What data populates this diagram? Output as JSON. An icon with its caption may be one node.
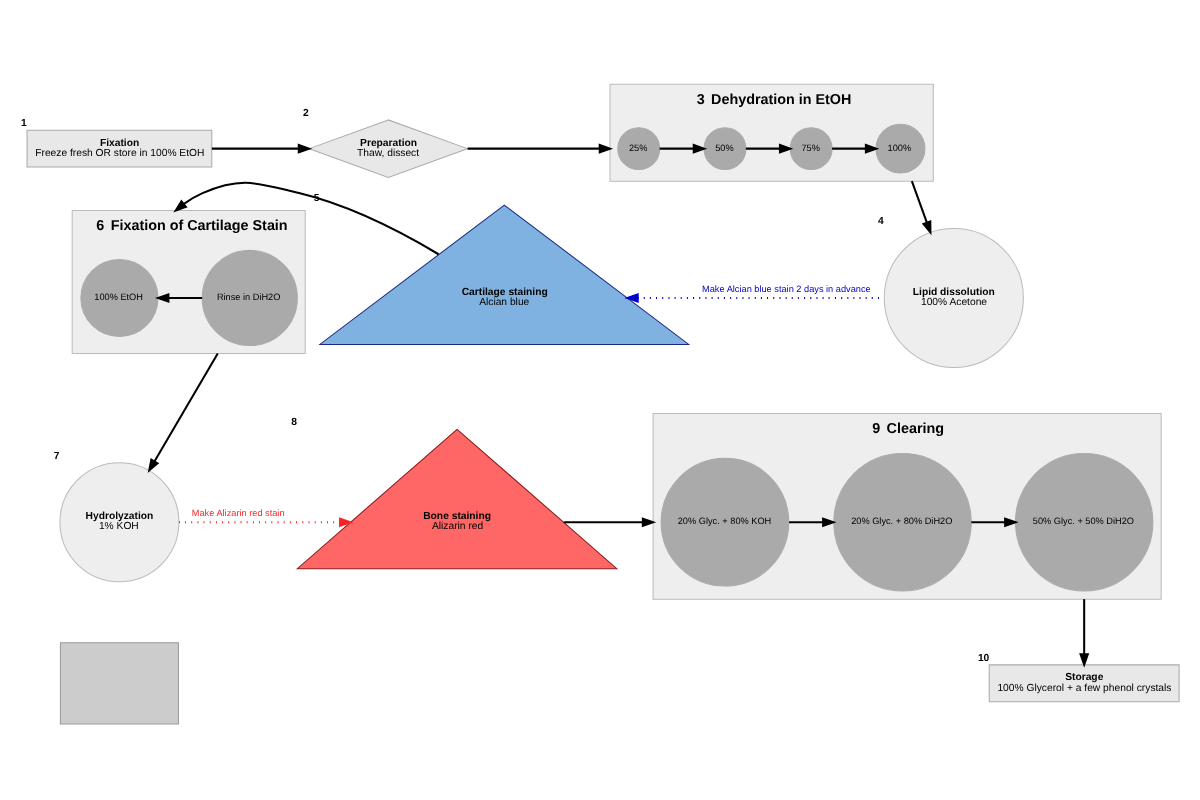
{
  "diagram": {
    "nodes": [
      {
        "text": [
          "Fixation",
          "Freeze fresh OR store in 100% EtOH"
        ],
        "beside": [
          "1"
        ]
      },
      {
        "text": [
          "Preparation",
          "Thaw, dissect"
        ],
        "beside": [
          "2"
        ]
      },
      {
        "text": [
          "Dehydration in EtOH"
        ],
        "beside": [
          "3"
        ]
      },
      {
        "text": [
          "25%"
        ],
        "in": 2
      },
      {
        "text": [
          "50%"
        ],
        "in": 2
      },
      {
        "text": [
          "75%"
        ],
        "in": 2
      },
      {
        "text": [
          "100%"
        ],
        "in": 2
      },
      {
        "text": [
          "Lipid dissolution",
          "100% Acetone"
        ],
        "beside": [
          "4"
        ]
      },
      {
        "text": [
          "Cartilage staining",
          "Alcian blue"
        ],
        "beside": [
          "5"
        ]
      },
      {
        "text": [
          "Fixation of Cartilage Stain"
        ],
        "beside": [
          "6"
        ]
      },
      {
        "text": [
          "100% EtOH"
        ],
        "in": 9
      },
      {
        "text": [
          "Rinse in DiH2O"
        ],
        "in": 9
      },
      {
        "text": [
          "Hydrolyzation",
          "1% KOH"
        ],
        "beside": [
          "7"
        ]
      },
      {
        "text": [
          "Bone staining",
          "Alizarin red"
        ],
        "beside": [
          "8"
        ]
      },
      {
        "text": [
          "Clearing"
        ],
        "beside": [
          "9"
        ]
      },
      {
        "text": [
          "20% Glyc. + 80% KOH"
        ],
        "in": 14
      },
      {
        "text": [
          "20% Glyc. + 80% DiH2O"
        ],
        "in": 14
      },
      {
        "text": [
          "50% Glyc. + 50% DiH2O"
        ],
        "in": 14
      },
      {
        "text": [
          "Storage",
          "100% Glycerol + a few phenol crystals"
        ],
        "beside": [
          "10"
        ]
      },
      {
        "text": [],
        "shape": "box"
      }
    ],
    "edges": [
      {
        "from": 0,
        "to": 1,
        "arrow": "to"
      },
      {
        "from": 1,
        "to": 2,
        "arrow": "to"
      },
      {
        "from": 3,
        "to": 4,
        "arrow": "to"
      },
      {
        "from": 4,
        "to": 5,
        "arrow": "to"
      },
      {
        "from": 5,
        "to": 6,
        "arrow": "to"
      },
      {
        "from": 2,
        "to": 7,
        "arrow": "to"
      },
      {
        "from": 7,
        "to": 8,
        "arrow": "to",
        "label": "Make Alcian blue stain 2 days in advance",
        "style": "dashed",
        "color": "#0000cc"
      },
      {
        "from": 8,
        "to": 9,
        "arrow": "to"
      },
      {
        "from": 11,
        "to": 10,
        "arrow": "to"
      },
      {
        "from": 9,
        "to": 12,
        "arrow": "to"
      },
      {
        "from": 12,
        "to": 13,
        "arrow": "to",
        "label": "Make Alizarin red stain",
        "style": "dashed",
        "color": "#ff2222"
      },
      {
        "from": 13,
        "to": 14,
        "arrow": "to"
      },
      {
        "from": 15,
        "to": 16,
        "arrow": "to"
      },
      {
        "from": 16,
        "to": 17,
        "arrow": "to"
      },
      {
        "from": 14,
        "to": 18,
        "arrow": "to"
      }
    ]
  }
}
